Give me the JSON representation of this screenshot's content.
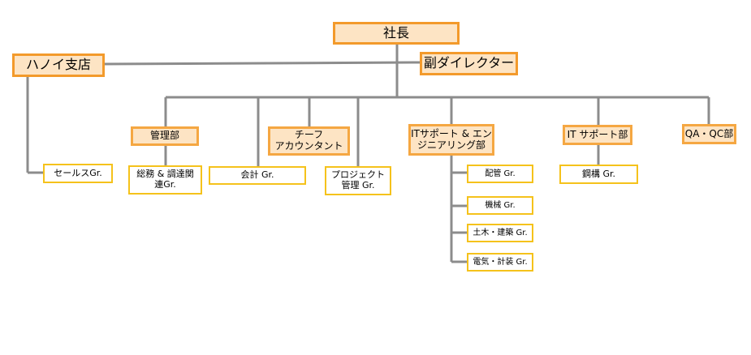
{
  "org": {
    "president": "社長",
    "hanoi": "ハノイ支店",
    "vice_director": "副ダイレクター",
    "sales": "セールスGr.",
    "admin": "管理部",
    "general_affairs": "総務 & 調達関\n連Gr.",
    "accounting": "会計 Gr.",
    "chief_accountant": "チーフ\nアカウンタント",
    "project_mgmt": "プロジェクト\n管理 Gr.",
    "it_eng": "ITサポート & エン\nジニアリング部",
    "piping": "配管 Gr.",
    "mechanical": "機械 Gr.",
    "civil": "土木・建築 Gr.",
    "electrical": "電気・計装 Gr.",
    "it_support": "IT サポート部",
    "steel": "鋼構 Gr.",
    "qa_qc": "QA・QC部"
  },
  "colors": {
    "line": "#8c8c8c",
    "primary_fill": "#fde4c4",
    "primary_border": "#f39a2b",
    "group_border": "#f5c21b"
  }
}
